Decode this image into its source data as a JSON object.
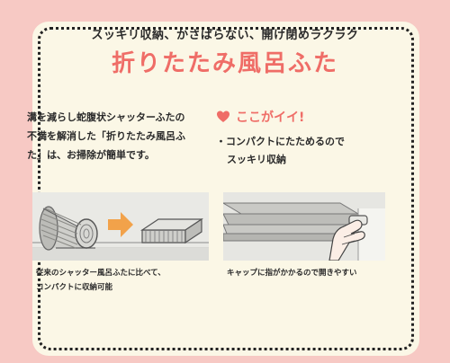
{
  "header": {
    "subtitle": "スッキリ収納、かさばらない、開け閉めラクラク",
    "title": "折りたたみ風呂ふた"
  },
  "description": {
    "lines": [
      "溝を減らし蛇腹状シャッターふたの",
      "不満を解消した「折りたたみ風呂ふ",
      "た」は、お掃除が簡単です。"
    ]
  },
  "merit": {
    "icon": "heart-icon",
    "title": "ここがイイ!",
    "bullet": "・コンパクトにたためるので",
    "bullet_line2": "スッキリ収納"
  },
  "illustrations": {
    "left_caption_line1": "従来のシャッター風呂ふたに比べて、",
    "left_caption_line2": "コンパクトに収納可能",
    "right_caption": "キャップに指がかかるので開きやすい"
  },
  "colors": {
    "background": "#f7c9c4",
    "card": "#fbf7e6",
    "accent": "#ef6d67",
    "arrow": "#f2a24a"
  }
}
